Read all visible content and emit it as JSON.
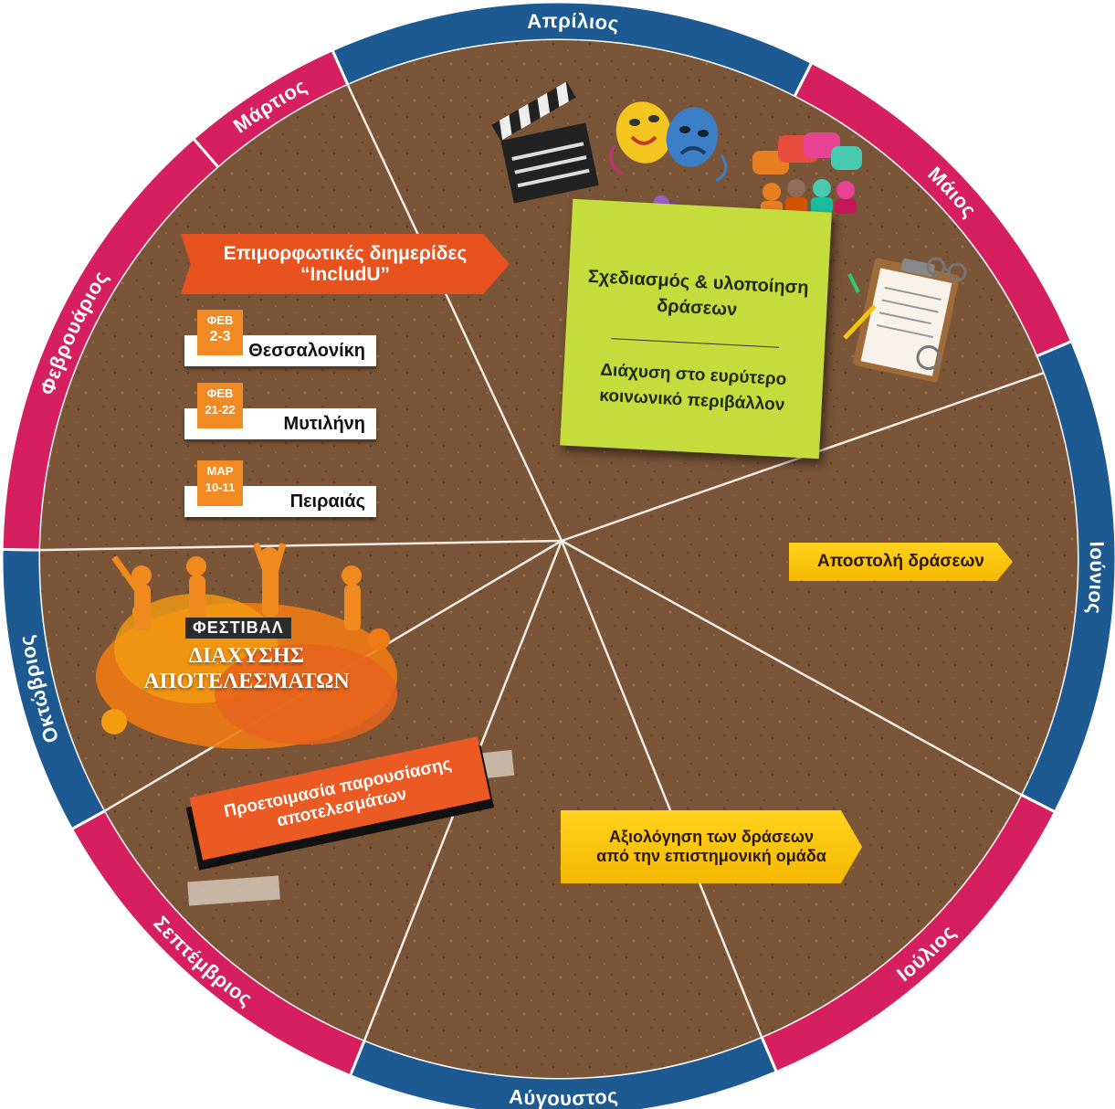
{
  "months": {
    "april": "Απρίλιος",
    "may": "Μάιος",
    "june": "Ιούνιος",
    "july": "Ιούλιος",
    "august": "Αύγουστος",
    "september": "Σεπτέμβριος",
    "october": "Οκτώβριος",
    "february": "Φεβρουάριος",
    "march": "Μάρτιος"
  },
  "banner": {
    "line1": "Επιμορφωτικές διημερίδες",
    "line2": "“IncludU”"
  },
  "workshops": [
    {
      "month": "ΦΕΒ",
      "days": "2-3",
      "city": "Θεσσαλονίκη"
    },
    {
      "month": "ΦΕΒ",
      "days": "21-22",
      "city": "Μυτιλήνη"
    },
    {
      "month": "ΜΑΡ",
      "days": "10-11",
      "city": "Πειραιάς"
    }
  ],
  "sticky_note": {
    "title": "Σχεδιασμός & υλοποίηση δράσεων",
    "subtitle": "Διάχυση στο ευρύτερο κοινωνικό περιβάλλον"
  },
  "actions": {
    "send": "Αποστολή δράσεων",
    "evaluation_line1": "Αξιολόγηση των δράσεων",
    "evaluation_line2": "από την επιστημονική ομάδα",
    "prep_line1": "Προετοιμασία παρουσίασης",
    "prep_line2": "αποτελεσμάτων"
  },
  "festival": {
    "tag": "ΦΕΣΤΙΒΑΛ",
    "line1": "ΔΙΑΧΥΣΗΣ",
    "line2": "ΑΠΟΤΕΛΕΣΜΑΤΩΝ"
  },
  "colors": {
    "pink": "#d61f5e",
    "blue": "#1d5a92",
    "cork": "#7a5538",
    "orange": "#e8521f",
    "yellow": "#f5b800",
    "sticky": "#c4dc3c"
  },
  "icons": [
    "clapperboard-icon",
    "theatre-masks-icon",
    "people-speech-icon",
    "clipboard-icon",
    "pushpin-icon"
  ]
}
